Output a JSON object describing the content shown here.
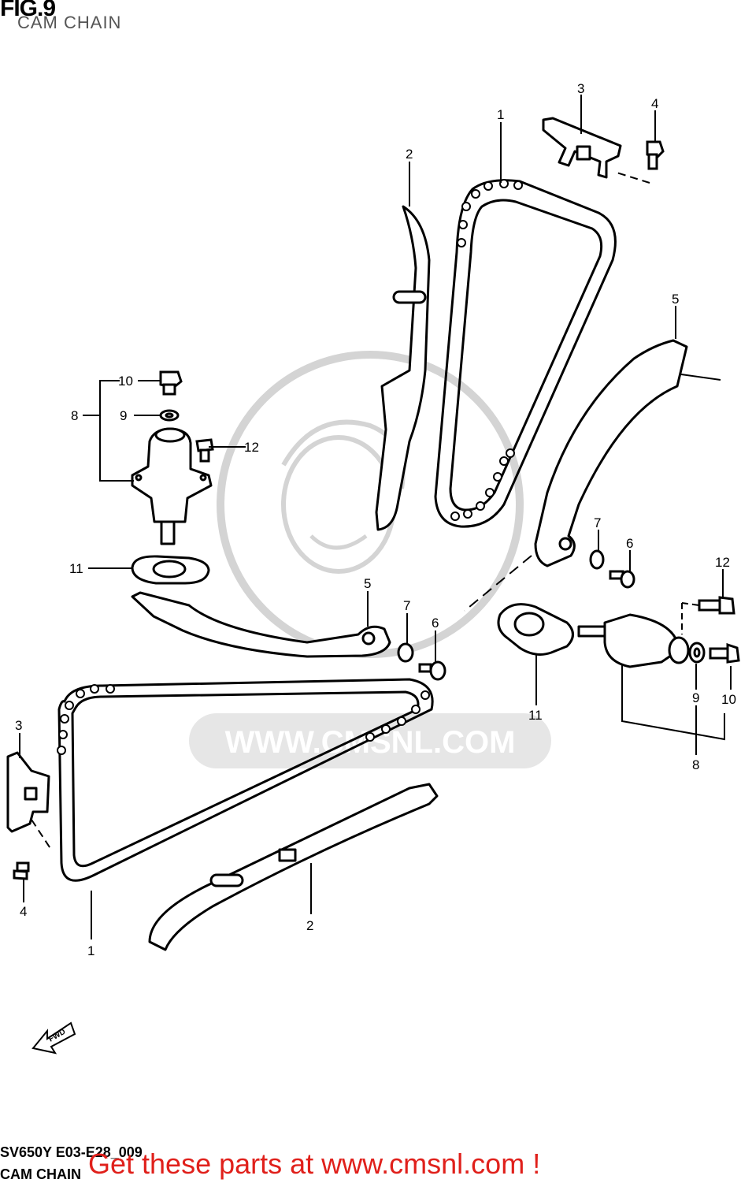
{
  "header": {
    "figure_title": "FIG.9",
    "subtitle": "CAM CHAIN"
  },
  "footer": {
    "model_code": "SV650Y E03-E28_009",
    "diagram_name": "CAM CHAIN"
  },
  "promo": {
    "link_text": "Get these parts at www.cmsnl.com !",
    "color": "#e0201b"
  },
  "watermark": {
    "url_text": "WWW.CMSNL.COM",
    "color": "#d4d4d4"
  },
  "fwd_arrow_label": "FWD",
  "callouts": {
    "c1_top": "1",
    "c2_top": "2",
    "c3_top": "3",
    "c4_top": "4",
    "c5_right": "5",
    "c6_right": "6",
    "c7_right": "7",
    "c8_right": "8",
    "c9_right": "9",
    "c10_right": "10",
    "c11_right": "11",
    "c12_right": "12",
    "c10_left": "10",
    "c9_left": "9",
    "c8_left": "8",
    "c12_left": "12",
    "c11_left": "11",
    "c5_mid": "5",
    "c7_mid": "7",
    "c6_mid": "6",
    "c3_bottom": "3",
    "c4_bottom": "4",
    "c1_bottom": "1",
    "c2_bottom": "2"
  }
}
